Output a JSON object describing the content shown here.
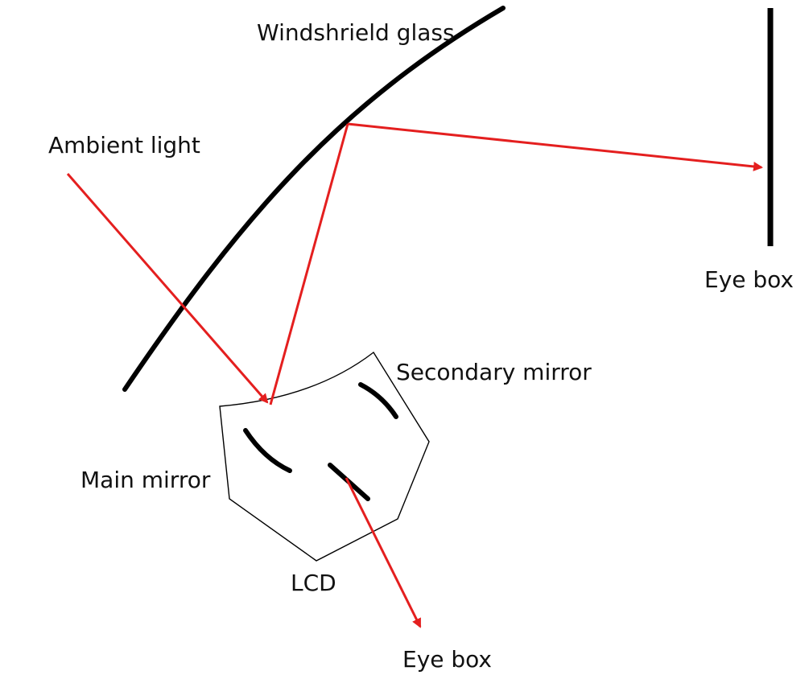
{
  "labels": {
    "windshield": "Windshrield glass",
    "ambient_light": "Ambient light",
    "eye_box_top": "Eye box",
    "secondary_mirror": "Secondary mirror",
    "main_mirror": "Main mirror",
    "lcd": "LCD",
    "eye_box_bottom": "Eye box"
  },
  "colors": {
    "ray": "#e41f1f",
    "stroke": "#000000",
    "background": "#ffffff"
  }
}
